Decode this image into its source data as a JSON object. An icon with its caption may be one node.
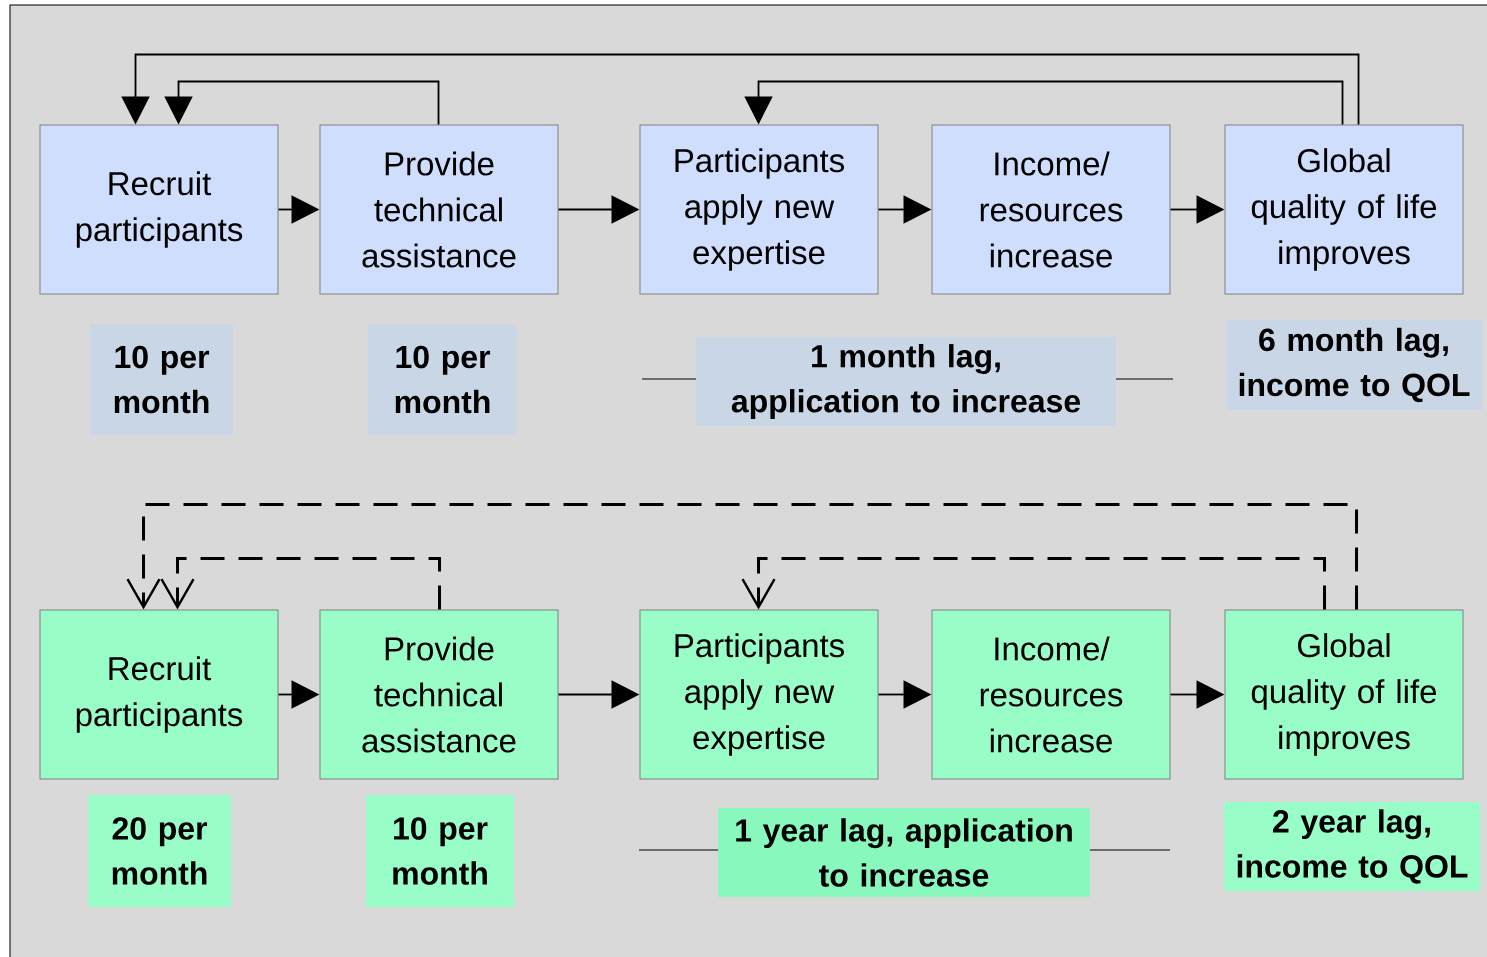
{
  "diagram": {
    "nodes": [
      {
        "text": [
          "Recruit participants"
        ]
      },
      {
        "text": [
          "Provide technical assistance"
        ]
      },
      {
        "text": [
          "Participants apply new expertise"
        ]
      },
      {
        "text": [
          "Income/ resources increase"
        ]
      },
      {
        "text": [
          "Global quality of life improves"
        ]
      },
      {
        "text": [
          "10 per month"
        ]
      },
      {
        "text": [
          "10 per month"
        ]
      },
      {
        "text": [
          "1 month lag, application to increase"
        ]
      },
      {
        "text": [
          "6 month lag, income to QOL"
        ]
      },
      {
        "text": [
          "Recruit participants"
        ]
      },
      {
        "text": [
          "Provide technical assistance"
        ]
      },
      {
        "text": [
          "Participants apply new expertise"
        ]
      },
      {
        "text": [
          "Income/ resources increase"
        ]
      },
      {
        "text": [
          "Global quality of life improves"
        ]
      },
      {
        "text": [
          "20 per month"
        ]
      },
      {
        "text": [
          "10 per month"
        ]
      },
      {
        "text": [
          "1 year lag, application to increase"
        ]
      },
      {
        "text": [
          "2 year lag, income to QOL"
        ]
      }
    ],
    "edges": [
      {
        "from": 0,
        "to": 1,
        "arrow": "to"
      },
      {
        "from": 1,
        "to": 2,
        "arrow": "to"
      },
      {
        "from": 2,
        "to": 3,
        "arrow": "to"
      },
      {
        "from": 3,
        "to": 4,
        "arrow": "to"
      },
      {
        "from": 1,
        "to": 0,
        "arrow": "to"
      },
      {
        "from": 4,
        "to": 0,
        "arrow": "to"
      },
      {
        "from": 4,
        "to": 2,
        "arrow": "to"
      },
      {
        "from": 9,
        "to": 10,
        "arrow": "to"
      },
      {
        "from": 10,
        "to": 11,
        "arrow": "to"
      },
      {
        "from": 11,
        "to": 12,
        "arrow": "to"
      },
      {
        "from": 12,
        "to": 13,
        "arrow": "to"
      },
      {
        "from": 10,
        "to": 9,
        "arrow": "to",
        "style": "dashed"
      },
      {
        "from": 13,
        "to": 9,
        "arrow": "to",
        "style": "dashed"
      },
      {
        "from": 13,
        "to": 11,
        "arrow": "to",
        "style": "dashed"
      }
    ]
  }
}
